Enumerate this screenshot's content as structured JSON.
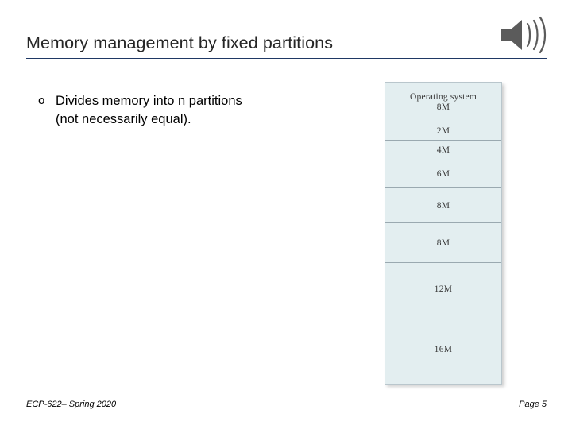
{
  "slide": {
    "title": "Memory management by fixed partitions",
    "accent_color": "#1f3864",
    "bullets": [
      {
        "marker": "o",
        "line1": "Divides memory into n partitions",
        "line2": "(not necessarily equal)."
      }
    ],
    "figure": {
      "name": "fixed-partition-memory-diagram",
      "fill_color": "#e3eef0",
      "border_color": "#9aa9b0",
      "cells": [
        {
          "os_label": "Operating system",
          "size": "8M",
          "height": 50
        },
        {
          "os_label": "",
          "size": "2M",
          "height": 23
        },
        {
          "os_label": "",
          "size": "4M",
          "height": 25
        },
        {
          "os_label": "",
          "size": "6M",
          "height": 35
        },
        {
          "os_label": "",
          "size": "8M",
          "height": 44
        },
        {
          "os_label": "",
          "size": "8M",
          "height": 50
        },
        {
          "os_label": "",
          "size": "12M",
          "height": 66
        },
        {
          "os_label": "",
          "size": "16M",
          "height": 86
        }
      ]
    },
    "footer": {
      "left": "ECP-622– Spring 2020",
      "right": "Page 5"
    },
    "icons": {
      "speaker": "speaker-icon"
    }
  }
}
